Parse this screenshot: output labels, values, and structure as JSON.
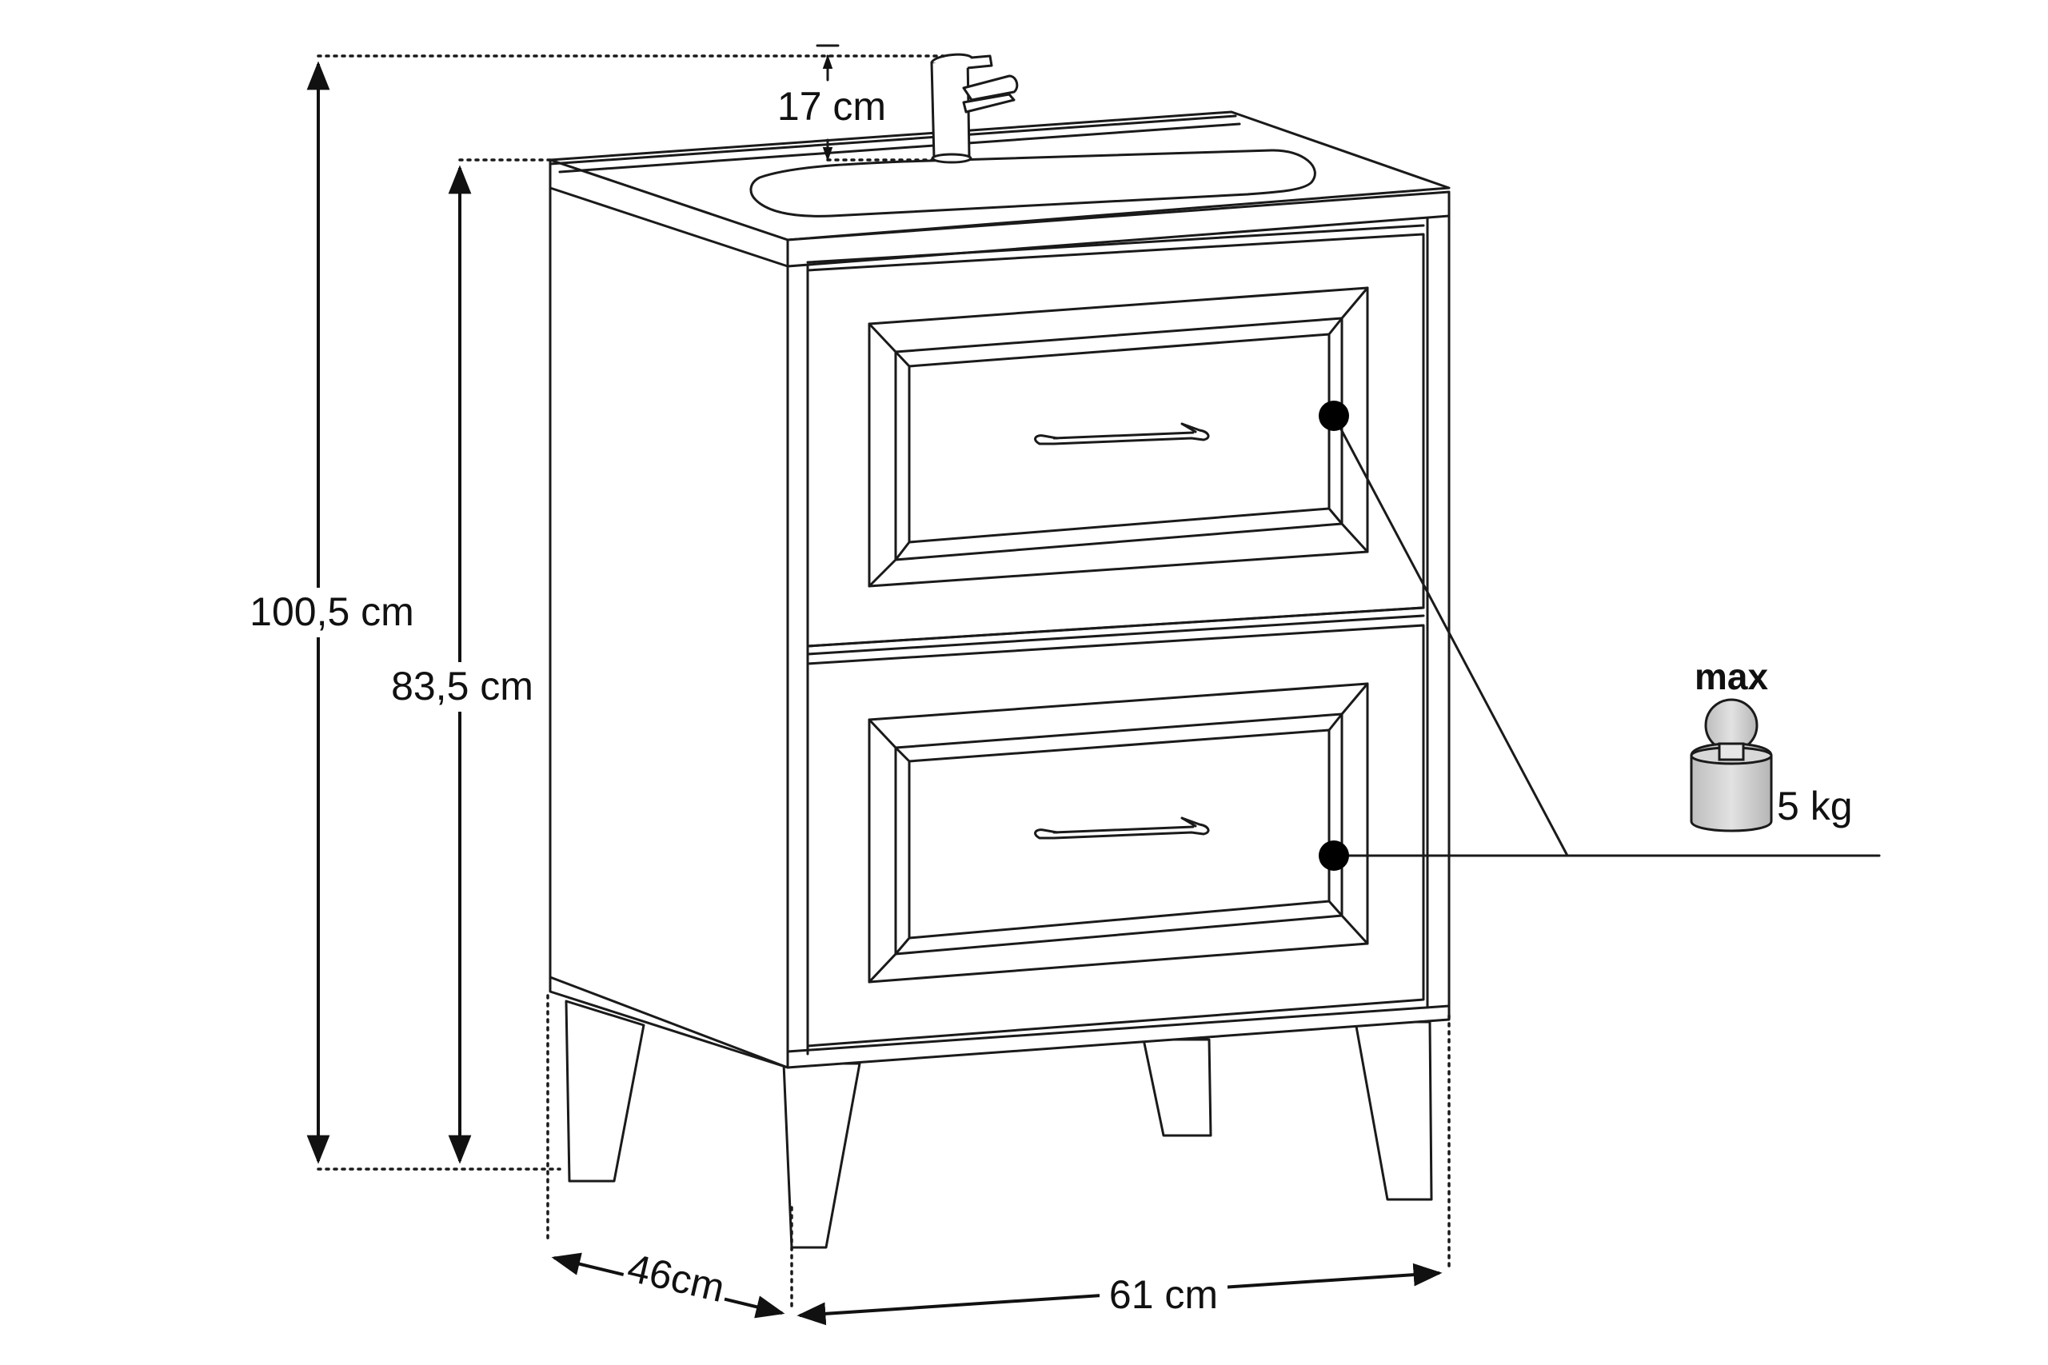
{
  "dimensions": {
    "total_height": "100,5 cm",
    "cabinet_height": "83,5 cm",
    "faucet_height": "17 cm",
    "depth": "46cm",
    "width": "61 cm"
  },
  "load": {
    "label": "max",
    "weight": "5 kg"
  },
  "icons": {
    "weight": "weight-icon",
    "faucet": "faucet-icon",
    "handle": "drawer-handle-icon"
  }
}
